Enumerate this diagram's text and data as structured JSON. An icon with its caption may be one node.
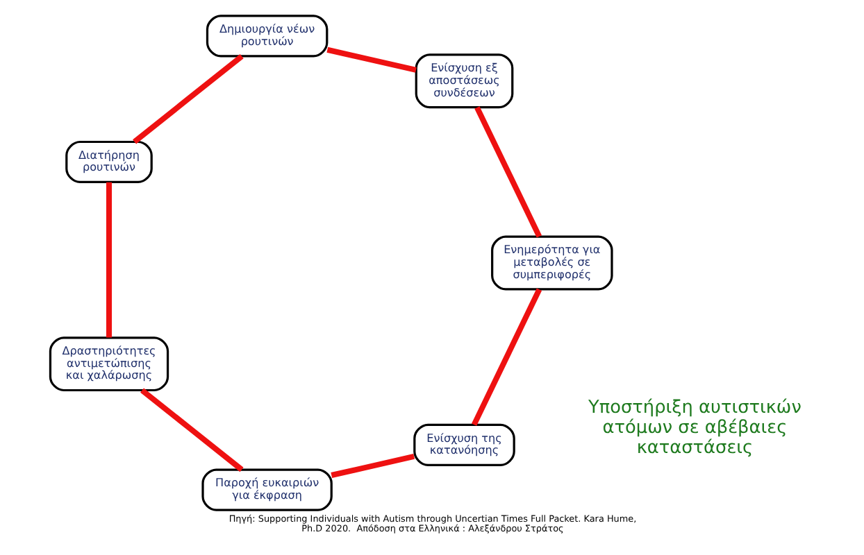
{
  "diagram": {
    "title": "Υποστήριξη αυτιστικών ατόμων σε αβέβαιες καταστάσεις",
    "caption": "Πηγή: Supporting Individuals with Autism through Uncertian Times Full Packet. Kara Hume, Ph.D 2020.  Απόδοση στα Ελληνικά : Αλεξάνδρου Στράτος",
    "nodes": [
      {
        "text": [
          "Ενίσχυση της κατανόησης"
        ]
      },
      {
        "text": [
          "Ενημερότητα για μεταβολές σε συμπεριφορές"
        ]
      },
      {
        "text": [
          "Παροχή ευκαιριών για έκφραση"
        ]
      },
      {
        "text": [
          "Ενίσχυση εξ αποστάσεως συνδέσεων"
        ]
      },
      {
        "text": [
          "Δραστηριότητες αντιμετώπισης και χαλάρωσης"
        ]
      },
      {
        "text": [
          "Δημιουργία νέων ρουτινών"
        ]
      },
      {
        "text": [
          "Διατήρηση ρουτινών"
        ]
      }
    ],
    "edges": [
      {
        "from": 0,
        "to": 2,
        "arrow": "none"
      },
      {
        "from": 2,
        "to": 4,
        "arrow": "none"
      },
      {
        "from": 4,
        "to": 6,
        "arrow": "none"
      },
      {
        "from": 6,
        "to": 5,
        "arrow": "none"
      },
      {
        "from": 5,
        "to": 3,
        "arrow": "none"
      },
      {
        "from": 3,
        "to": 1,
        "arrow": "none"
      },
      {
        "from": 1,
        "to": 0,
        "arrow": "none"
      }
    ]
  }
}
